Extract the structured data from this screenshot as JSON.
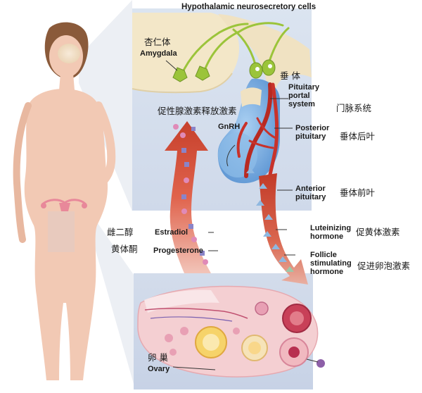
{
  "labels": {
    "top_title": "Hypothalamic neurosecretory cells",
    "amygdala_cn": "杏仁体",
    "amygdala_en": "Amygdala",
    "pituitary_cn": "垂   体",
    "pituitary_portal_en": [
      "Pituitary",
      "portal",
      "system"
    ],
    "portal_cn": "门脉系统",
    "gnrh_cn": "促性腺激素释放激素",
    "gnrh_en": "GnRH",
    "posterior_en": [
      "Posterior",
      "pituitary"
    ],
    "posterior_cn": "垂体后叶",
    "anterior_en": [
      "Anterior",
      "pituitary"
    ],
    "anterior_cn": "垂体前叶",
    "estradiol_cn": "雌二醇",
    "estradiol_en": "Estradiol",
    "progesterone_cn": "黄体酮",
    "progesterone_en": "Progesterone",
    "lh_en": [
      "Luteinizing",
      "hormone"
    ],
    "lh_cn": "促黄体激素",
    "fsh_en": [
      "Follicle",
      "stimulating",
      "hormone"
    ],
    "fsh_cn": "促进卵泡激素",
    "ovary_cn": "卵   巢",
    "ovary_en": "Ovary"
  },
  "colors": {
    "panel_top": "#d6e0ee",
    "panel_bottom": "#ccd7e8",
    "skin": "#f2c9b4",
    "hair": "#8a5a3a",
    "brain": "#f3e6c6",
    "pituitary_blue": "#7fb0e0",
    "artery_red": "#c8322a",
    "arrow_red": "#c94530",
    "neuron_green": "#9bc43a",
    "ovary_pink": "#f4cdd0",
    "censor": "#e8c9bc"
  },
  "icons": [
    "human-figure-icon",
    "brain-icon",
    "neuron-icon",
    "ovary-icon",
    "follicle-icon",
    "uterus-icon"
  ]
}
